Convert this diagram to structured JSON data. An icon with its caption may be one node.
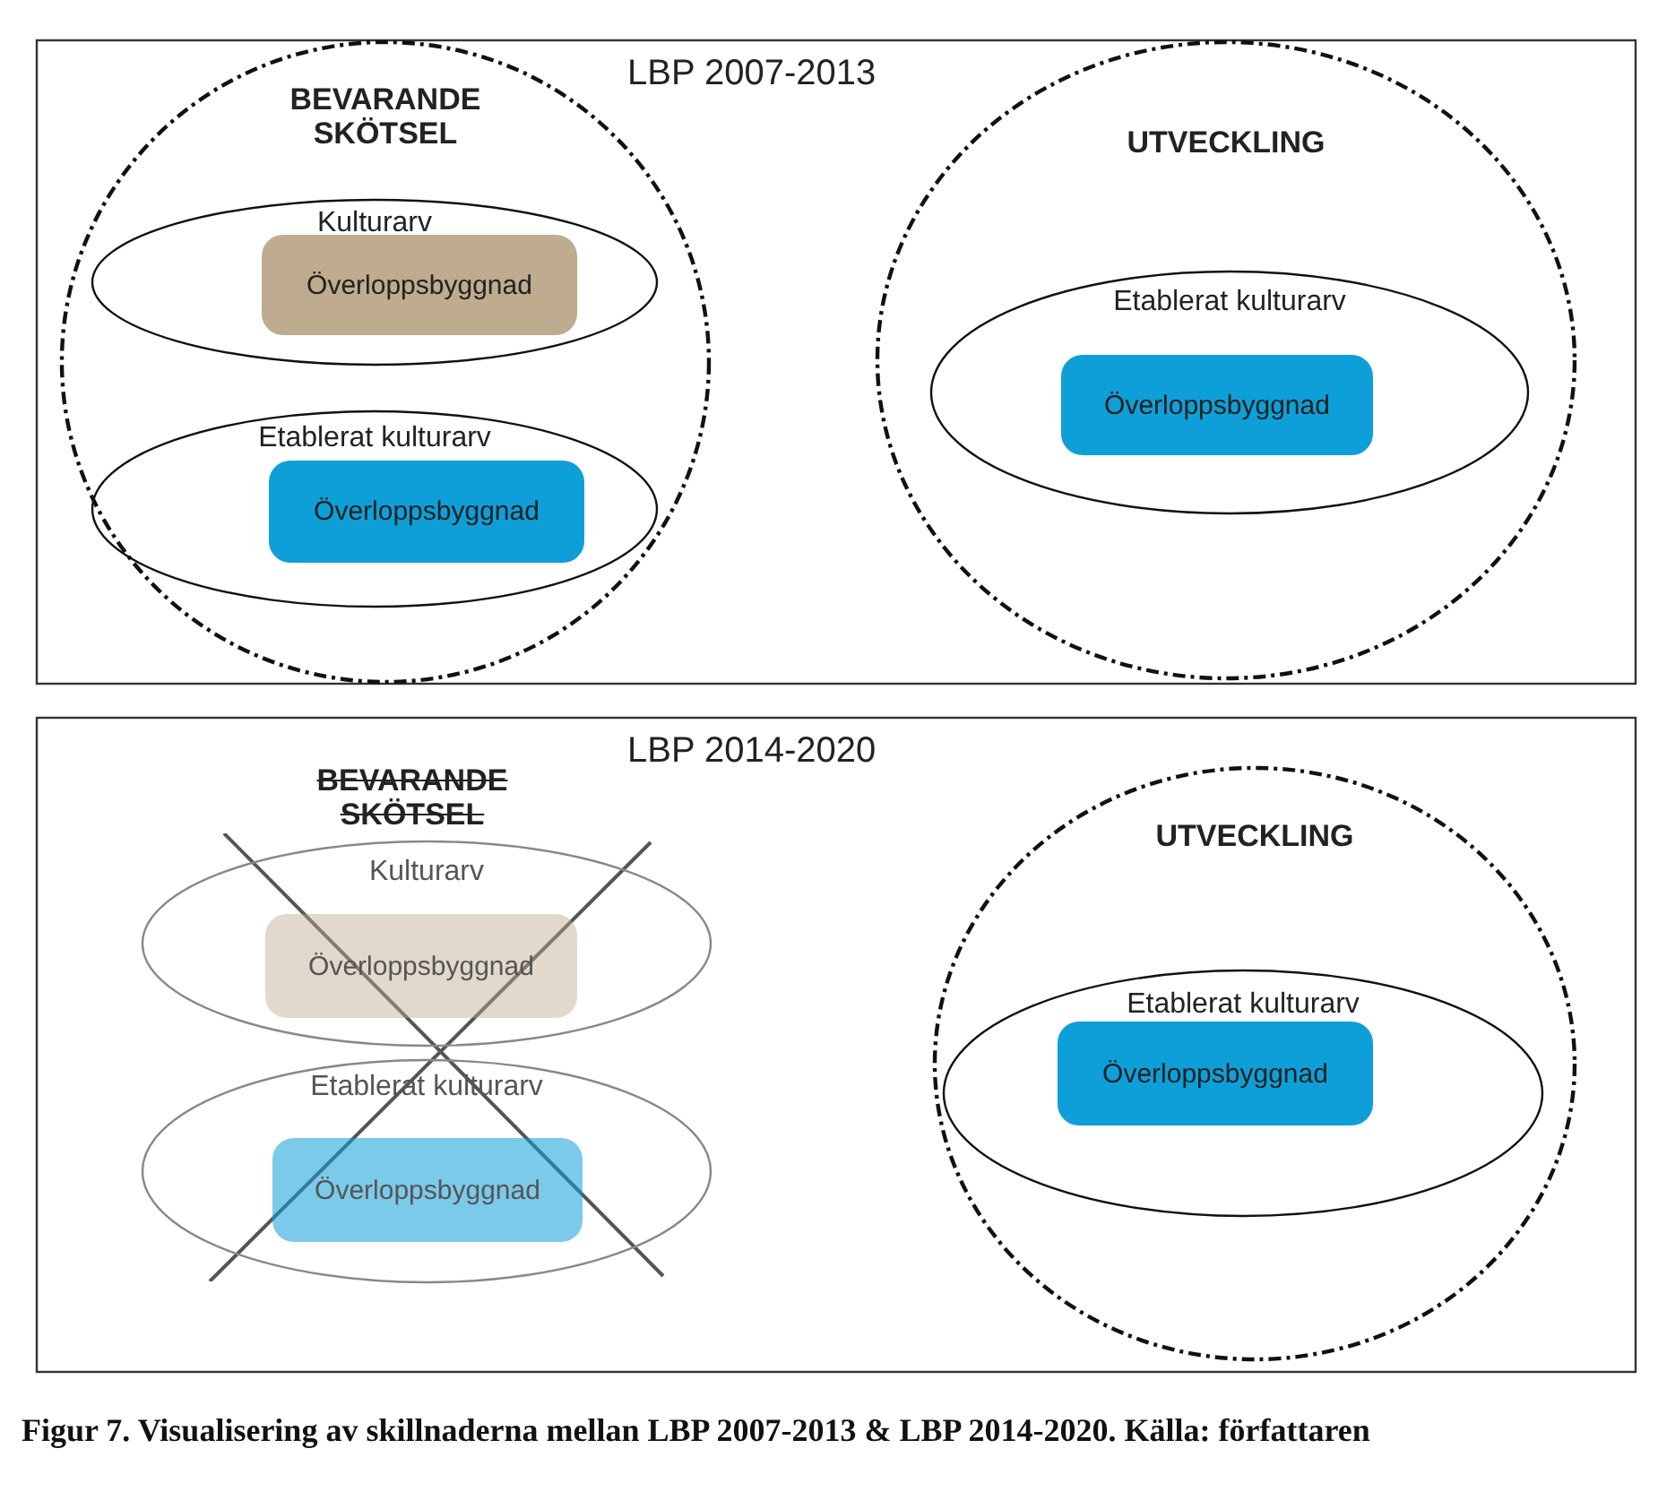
{
  "diagram": {
    "caption": "Figur 7. Visualisering av skillnaderna mellan LBP 2007-2013 & LBP 2014-2020. Källa: författaren",
    "nodes": [
      {
        "text": [
          "LBP 2007-2013"
        ]
      },
      {
        "text": [
          "BEVARANDE SKÖTSEL"
        ],
        "in": 0
      },
      {
        "text": [
          "Kulturarv"
        ],
        "in": 1
      },
      {
        "text": [
          "Överloppsbyggnad"
        ],
        "in": 2
      },
      {
        "text": [
          "Etablerat kulturarv"
        ],
        "in": 1
      },
      {
        "text": [
          "Överloppsbyggnad"
        ],
        "in": 4
      },
      {
        "text": [
          "UTVECKLING"
        ],
        "in": 0
      },
      {
        "text": [
          "Etablerat kulturarv"
        ],
        "in": 6
      },
      {
        "text": [
          "Överloppsbyggnad"
        ],
        "in": 7
      },
      {
        "text": [
          "LBP 2014-2020"
        ]
      },
      {
        "text": [
          "Kulturarv"
        ],
        "in": 9
      },
      {
        "text": [
          "Överloppsbyggnad"
        ],
        "in": 10
      },
      {
        "text": [
          "Etablerat kulturarv"
        ],
        "in": 9
      },
      {
        "text": [
          "Överloppsbyggnad"
        ],
        "in": 12
      },
      {
        "text": [
          "UTVECKLING"
        ],
        "in": 9
      },
      {
        "text": [
          "Etablerat kulturarv"
        ],
        "in": 14
      },
      {
        "text": [
          "Överloppsbyggnad"
        ],
        "in": 15
      }
    ],
    "edges": [],
    "labels": [
      "BEVARANDE SKÖTSEL"
    ]
  }
}
